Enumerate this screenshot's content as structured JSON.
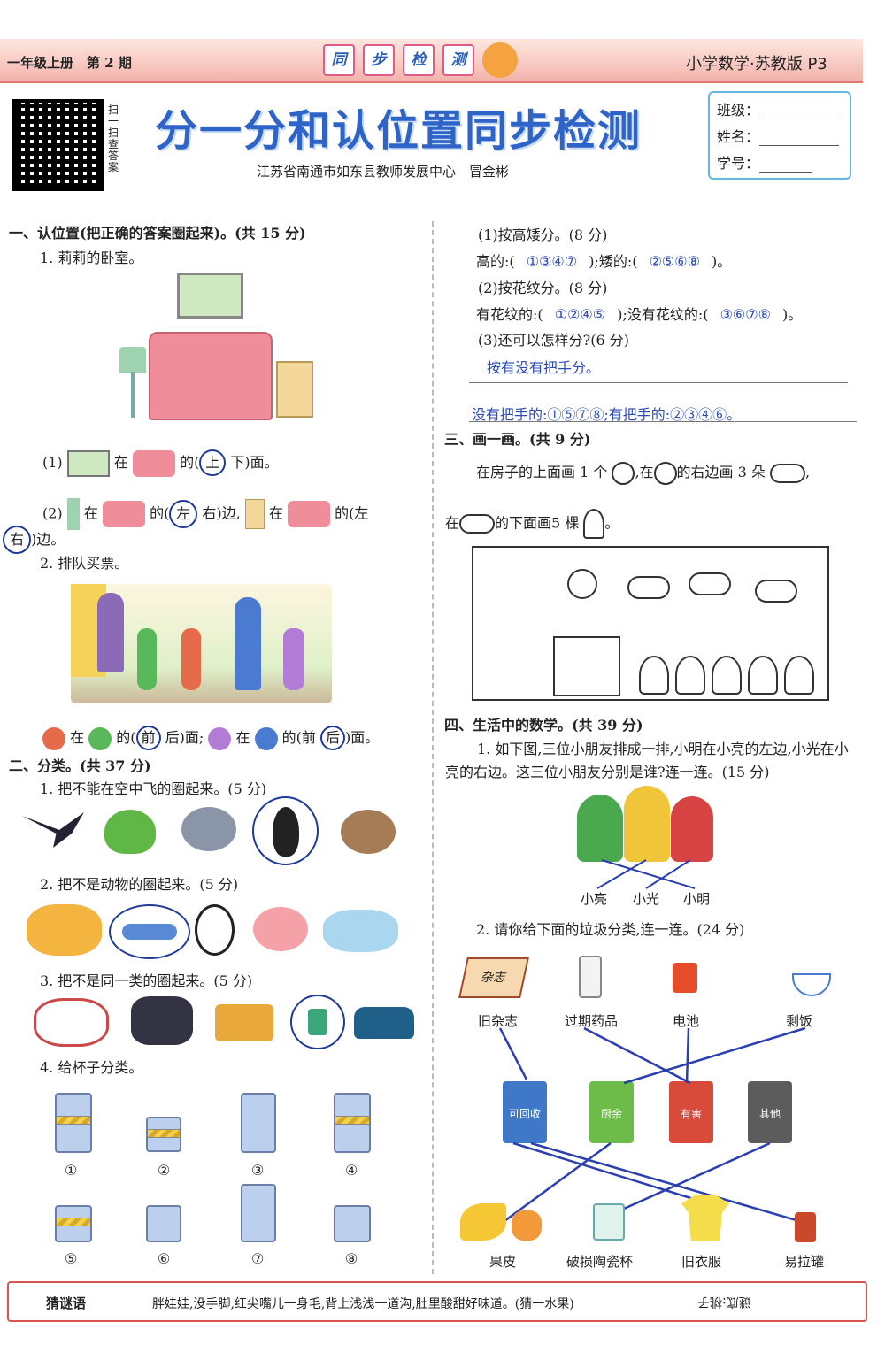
{
  "header": {
    "left": "一年级上册　第 2 期",
    "tags": [
      "同",
      "步",
      "检",
      "测"
    ],
    "right": "小学数学·苏教版 P3",
    "qr_label": "扫一扫查答案",
    "title": "分一分和认位置同步检测",
    "subtitle": "江苏省南通市如东县教师发展中心　冒金彬",
    "fields": [
      "班级：",
      "姓名：",
      "学号："
    ]
  },
  "s1": {
    "heading": "一、认位置(把正确的答案圈起来)。(共 15 分)",
    "q1": "1. 莉莉的卧室。",
    "q1a": {
      "num": "(1)",
      "in": "在",
      "of": "的(",
      "opt1": "上",
      "opt2": "下)面。"
    },
    "q1b": {
      "num": "(2)",
      "in": "在",
      "of": "的(",
      "opt1": "左",
      "opt2": "右)边,",
      "in2": "在",
      "of2": "的(左",
      "opt3": "右",
      "end": ")边。"
    },
    "q2": "2. 排队买票。",
    "q2a": {
      "in": "在",
      "of": "的(",
      "opt1": "前",
      "mid": "后)面;",
      "in2": "在",
      "of2": "的(前",
      "opt2": "后",
      "end": ")面。"
    }
  },
  "s2": {
    "heading": "二、分类。(共 37 分)",
    "q1": "1. 把不能在空中飞的圈起来。(5 分)",
    "q2": "2. 把不是动物的圈起来。(5 分)",
    "q3": "3. 把不是同一类的圈起来。(5 分)",
    "q4": "4. 给杯子分类。",
    "cups": [
      "①",
      "②",
      "③",
      "④",
      "⑤",
      "⑥",
      "⑦",
      "⑧"
    ]
  },
  "right_col": {
    "p1": "(1)按高矮分。(8 分)",
    "p1a": "高的:(",
    "p1a_ans": "①③④⑦",
    "p1b": ");矮的:(",
    "p1b_ans": "②⑤⑥⑧",
    "p1c": ")。",
    "p2": "(2)按花纹分。(8 分)",
    "p2a": "有花纹的:(",
    "p2a_ans": "①②④⑤",
    "p2b": ");没有花纹的:(",
    "p2b_ans": "③⑥⑦⑧",
    "p2c": ")。",
    "p3": "(3)还可以怎样分?(6 分)",
    "p3_ans1": "按有没有把手分。",
    "p3_ans2": "没有把手的:①⑤⑦⑧;有把手的:②③④⑥。"
  },
  "s3": {
    "heading": "三、画一画。(共 9 分)",
    "line1a": "在房子的上面画 1 个",
    "line1b": ",在",
    "line1c": "的右边画 3 朵",
    "line1d": ",",
    "line2a": "在",
    "line2b": "的下面画5 棵",
    "line2c": "。"
  },
  "s4": {
    "heading": "四、生活中的数学。(共 39 分)",
    "q1": "1. 如下图,三位小朋友排成一排,小明在小亮的左边,小光在小亮的右边。这三位小朋友分别是谁?连一连。(15 分)",
    "kids": [
      "小亮",
      "小光",
      "小明"
    ],
    "q2": "2. 请你给下面的垃圾分类,连一连。(24 分)",
    "top_items": [
      "旧杂志",
      "过期药品",
      "电池",
      "剩饭"
    ],
    "bins": [
      "可回收",
      "厨余",
      "有害",
      "其他"
    ],
    "bottom_items": [
      "果皮",
      "破损陶瓷杯",
      "旧衣服",
      "易拉罐"
    ],
    "magazine_text": "杂志"
  },
  "footer": {
    "label": "猜谜语",
    "riddle": "胖娃娃,没手脚,红尖嘴儿一身毛,背上浅浅一道沟,肚里酸甜好味道。(猜一水果)",
    "answer": "谜底:桃子"
  },
  "colors": {
    "title": "#2e64c8",
    "answer": "#2b4bb8",
    "circle": "#1f3a99"
  }
}
